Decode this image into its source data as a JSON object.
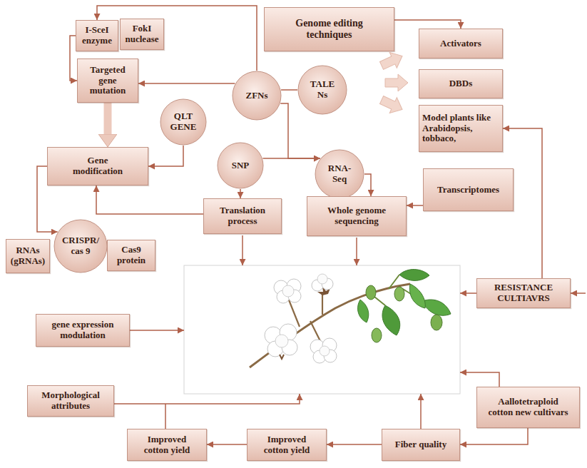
{
  "diagram": {
    "nodes": [
      {
        "text": [
          "I-SceI enzyme"
        ]
      },
      {
        "text": [
          "FokI nuclease"
        ]
      },
      {
        "text": [
          "Genome editing techniques"
        ]
      },
      {
        "text": [
          "Activators"
        ]
      },
      {
        "text": [
          "Targeted gene mutation"
        ]
      },
      {
        "text": [
          "ZFNs"
        ]
      },
      {
        "text": [
          "TALE Ns"
        ]
      },
      {
        "text": [
          "DBDs"
        ]
      },
      {
        "text": [
          "Model plants like Arabidopsis, tobbaco,"
        ]
      },
      {
        "text": [
          "QLT GENE"
        ]
      },
      {
        "text": [
          "SNP"
        ]
      },
      {
        "text": [
          "RNA-Seq"
        ]
      },
      {
        "text": [
          "Gene modification"
        ]
      },
      {
        "text": [
          "Transcriptomes"
        ]
      },
      {
        "text": [
          "Translation process"
        ]
      },
      {
        "text": [
          "Whole genome sequencing"
        ]
      },
      {
        "text": [
          "CRISPR/ cas 9"
        ]
      },
      {
        "text": [
          "RNAs (gRNAs)"
        ]
      },
      {
        "text": [
          "Cas9 protein"
        ]
      },
      {
        "text": [
          "gene expression modulation"
        ]
      },
      {
        "text": [
          "RESISTANCE CULTIAVRS"
        ]
      },
      {
        "text": [
          "Morphological attributes"
        ]
      },
      {
        "text": [
          "Aallotetraploid cotton new cultivars"
        ]
      },
      {
        "text": [
          "Improved cotton yield"
        ]
      },
      {
        "text": [
          "Improved cotton yield"
        ]
      },
      {
        "text": [
          "Fiber quality"
        ]
      }
    ],
    "edges": [
      {
        "from": 5,
        "to": 0,
        "arrow": "to"
      },
      {
        "from": 0,
        "to": 4,
        "arrow": "to"
      },
      {
        "from": 5,
        "to": 4,
        "arrow": "to"
      },
      {
        "from": 4,
        "to": 12,
        "arrow": "to"
      },
      {
        "from": 9,
        "to": 12,
        "arrow": "to"
      },
      {
        "from": 12,
        "to": 16,
        "arrow": "to"
      },
      {
        "from": 14,
        "to": 12,
        "arrow": "to"
      },
      {
        "from": 10,
        "to": 14,
        "arrow": "to"
      },
      {
        "from": 5,
        "to": 6,
        "arrow": "none"
      },
      {
        "from": 5,
        "to": 11,
        "arrow": "to"
      },
      {
        "from": 10,
        "to": 11,
        "arrow": "to"
      },
      {
        "from": 11,
        "to": 15,
        "arrow": "to"
      },
      {
        "from": 13,
        "to": 15,
        "arrow": "to"
      },
      {
        "from": 2,
        "to": 3,
        "arrow": "to"
      },
      {
        "from": 20,
        "to": 8,
        "arrow": "to"
      },
      {
        "from": 24,
        "to": 23,
        "arrow": "to"
      },
      {
        "from": 25,
        "to": 24,
        "arrow": "to"
      },
      {
        "from": 22,
        "to": 25,
        "arrow": "to"
      }
    ]
  }
}
